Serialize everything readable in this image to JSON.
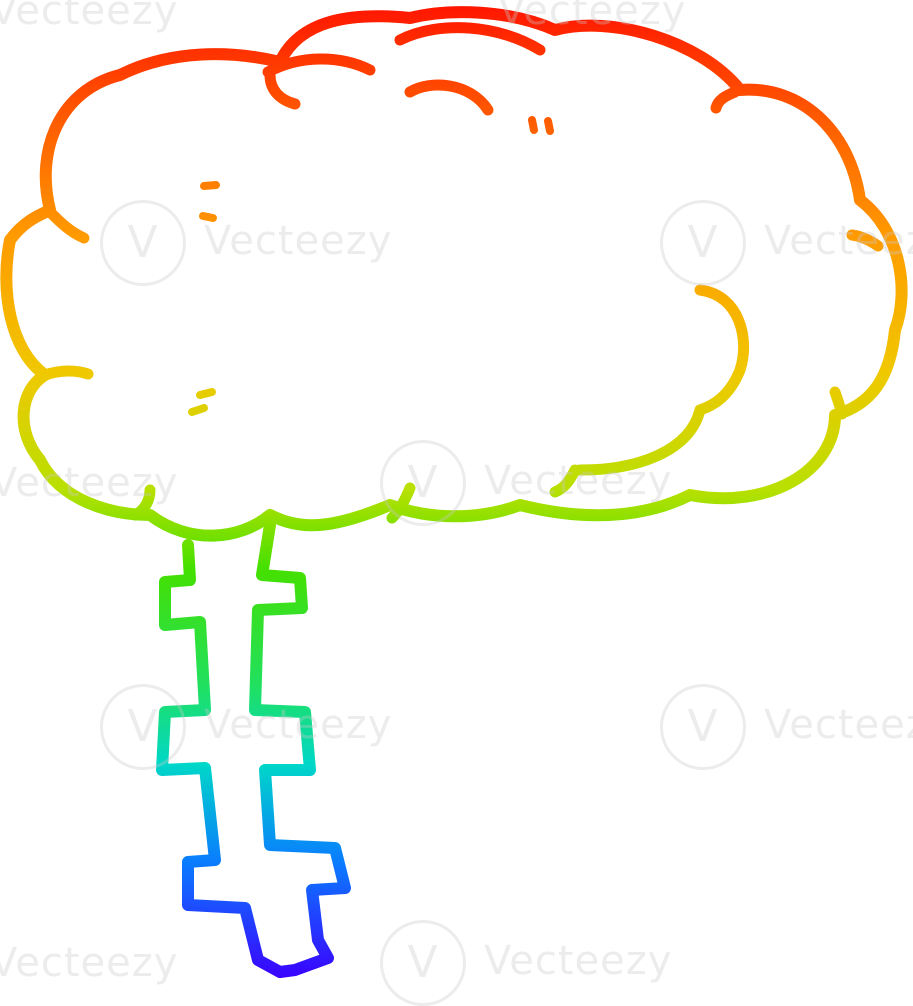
{
  "illustration": {
    "subject": "cartoon brain with spinal cord",
    "colors": {
      "red": "#ff1a00",
      "orange": "#ff8a00",
      "yellow": "#e8d200",
      "green": "#45e000",
      "cyan": "#00d7c8",
      "blue": "#0a7cff",
      "violet": "#3b00ff"
    }
  },
  "watermarks": [
    {
      "text": "Vecteezy"
    },
    {
      "text": "Vecteezy"
    },
    {
      "text": "Vecteezy"
    },
    {
      "text": "Vecteezy"
    },
    {
      "text": "Vecteezy"
    },
    {
      "text": "Vecteezy"
    },
    {
      "text": "Vecteezy"
    },
    {
      "text": "Vecteezy"
    },
    {
      "text": "Vecteezy"
    },
    {
      "text": "Vecteezy"
    }
  ]
}
